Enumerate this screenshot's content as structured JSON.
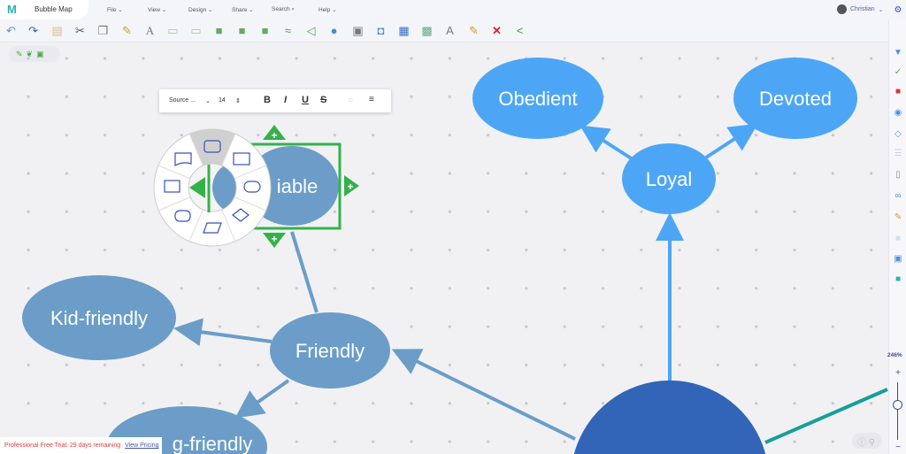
{
  "app": {
    "title": "Bubble Map",
    "user": "Christian"
  },
  "menu": [
    "File",
    "View",
    "Design",
    "Share",
    "Search",
    "Help"
  ],
  "toolbar_icons": [
    "undo-icon",
    "redo-icon",
    "paste-icon",
    "cut-icon",
    "copy-icon",
    "format-painter-icon",
    "text-icon",
    "add-topic-icon",
    "add-subtopic-icon",
    "add-floating-topic-icon",
    "add-note-icon",
    "add-callout-icon",
    "relationship-icon",
    "add-label-icon",
    "shape-icon",
    "fill-icon",
    "insert-image-icon",
    "layout-icon",
    "background-icon",
    "text-style-icon",
    "clear-format-icon",
    "delete-icon",
    "share-icon"
  ],
  "format_bar": {
    "font": "Source ...",
    "size": "14",
    "bold": "B",
    "italic": "I",
    "underline": "U",
    "strike": "S"
  },
  "nodes": {
    "obedient": "Obedient",
    "devoted": "Devoted",
    "loyal": "Loyal",
    "reliable": "iable",
    "kid_friendly": "Kid-friendly",
    "friendly": "Friendly",
    "dog_friendly": "g-friendly"
  },
  "zoom": "246%",
  "trial": {
    "text": "Professional Free Trial: 29 days remaining",
    "link": "View Pricing"
  },
  "colors": {
    "node_light": "#4da6f5",
    "node_mid": "#6b9dc8",
    "center": "#3264b8",
    "accent_green": "#34b14a",
    "teal": "#179f9a"
  }
}
